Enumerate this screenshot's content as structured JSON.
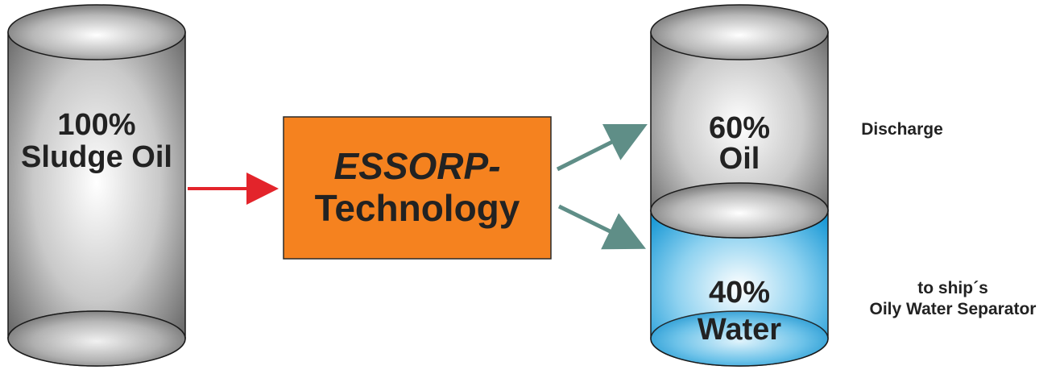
{
  "source": {
    "percent": "100%",
    "name": "Sludge Oil"
  },
  "process": {
    "name": "ESSORP-",
    "suffix": "Technology"
  },
  "output_oil": {
    "percent": "60%",
    "name": "Oil",
    "destination": "Discharge"
  },
  "output_water": {
    "percent": "40%",
    "name": "Water",
    "destination_line1": "to ship´s",
    "destination_line2": "Oily Water Separator"
  },
  "colors": {
    "process_fill": "#f5821f",
    "input_arrow": "#e3242b",
    "output_arrow": "#5f8e87",
    "water_fill": "#2ba5dd",
    "cylinder_gray": "#8a8a8a"
  }
}
